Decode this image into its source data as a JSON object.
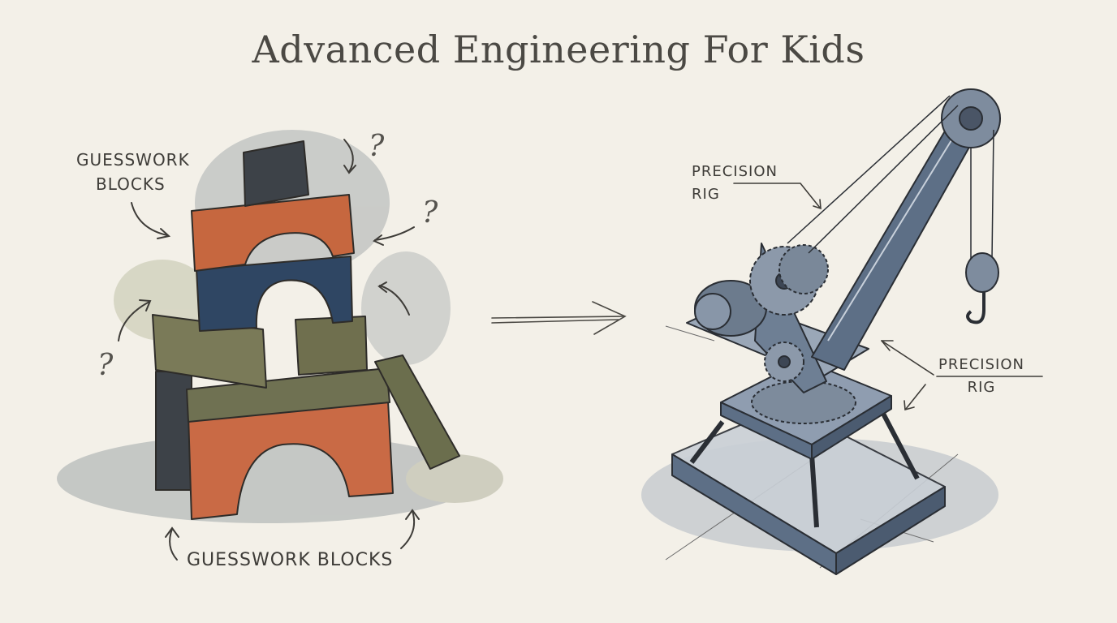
{
  "title": "Advanced Engineering For Kids",
  "left": {
    "label_top_line1": "GUESSWORK",
    "label_top_line2": "BLOCKS",
    "label_bottom": "GUESSWORK BLOCKS",
    "question_mark": "?"
  },
  "right": {
    "label_top_line1": "PRECISION",
    "label_top_line2": "RIG",
    "label_side_line1": "PRECISION",
    "label_side_line2": "RIG"
  },
  "colors": {
    "paper": "#f3f0e8",
    "block_orange": "#c96a45",
    "block_navy": "#2f4663",
    "block_olive": "#6f7152",
    "block_dark": "#3d4248",
    "crane_steel": "#5d6f86",
    "ink": "#3e3c38"
  }
}
